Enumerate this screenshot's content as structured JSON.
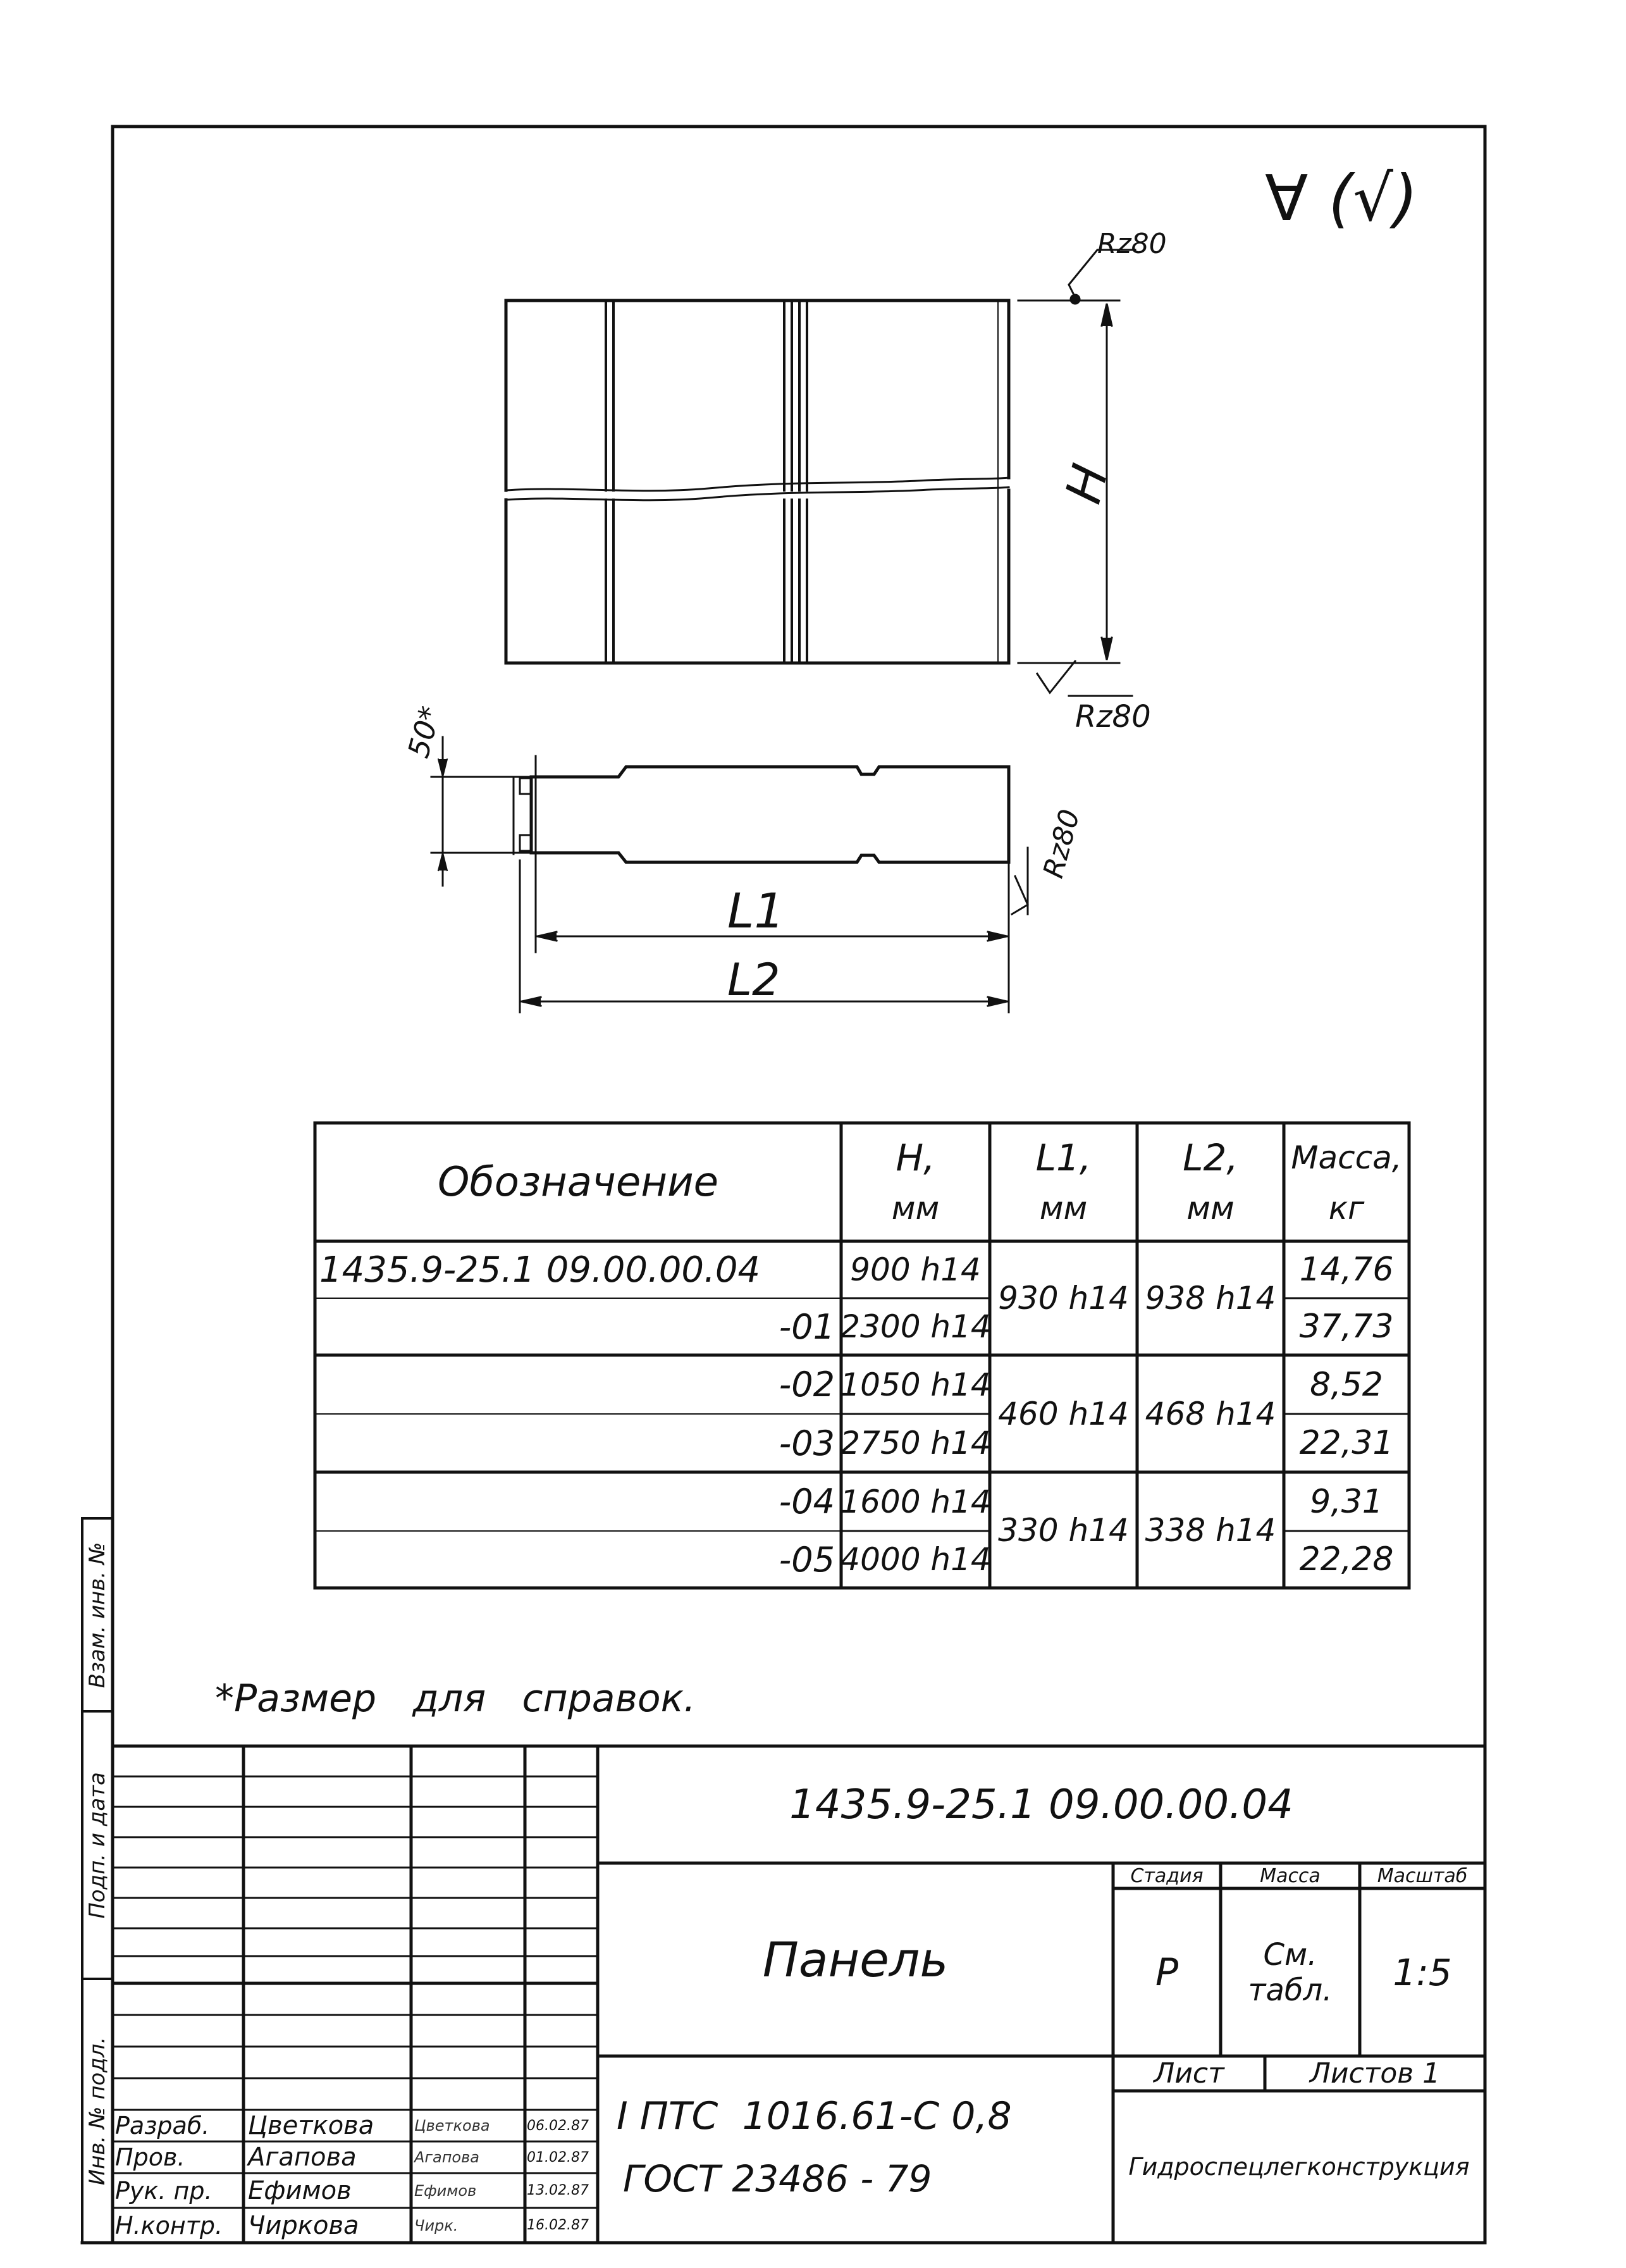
{
  "surface_mark": "∀ (√)",
  "roughness": {
    "top": "Rz80",
    "bottom": "Rz80",
    "end": "Rz80"
  },
  "dims": {
    "h": "H",
    "l1": "L1",
    "l2": "L2",
    "small": "50*"
  },
  "table": {
    "headers": {
      "designation": "Обозначение",
      "h": "H,",
      "h_unit": "мм",
      "l1": "L1,",
      "l1_unit": "мм",
      "l2": "L2,",
      "l2_unit": "мм",
      "mass": "Масса,",
      "mass_unit": "кг"
    },
    "rows": [
      {
        "designation": "1435.9-25.1  09.00.00.04",
        "h": "900 h14",
        "mass": "14,76"
      },
      {
        "designation": "-01",
        "h": "2300 h14",
        "mass": "37,73"
      },
      {
        "designation": "-02",
        "h": "1050 h14",
        "mass": "8,52"
      },
      {
        "designation": "-03",
        "h": "2750 h14",
        "mass": "22,31"
      },
      {
        "designation": "-04",
        "h": "1600 h14",
        "mass": "9,31"
      },
      {
        "designation": "-05",
        "h": "4000 h14",
        "mass": "22,28"
      }
    ],
    "groups": [
      {
        "l1": "930 h14",
        "l2": "938 h14"
      },
      {
        "l1": "460 h14",
        "l2": "468 h14"
      },
      {
        "l1": "330 h14",
        "l2": "338 h14"
      }
    ]
  },
  "note": "*Размер   для   справок.",
  "side_labels": {
    "inv_podl": "Инв. № подл.",
    "podp_data": "Подп. и дата",
    "vzam_inv": "Взам. инв. №"
  },
  "title_block": {
    "code": "1435.9-25.1  09.00.00.04",
    "name": "Панель",
    "stage_label": "Стадия",
    "mass_label": "Масса",
    "scale_label": "Масштаб",
    "stage": "Р",
    "mass": "См. табл.",
    "scale": "1:5",
    "sheet_label": "Лист",
    "sheets_label": "Листов 1",
    "material_line1": "I ПТС  1016.61-С 0,8",
    "material_line2": "ГОСТ 23486 - 79",
    "organization": "Гидроспецлегконструкция",
    "people": [
      {
        "role": "Разраб.",
        "name": "Цветкова",
        "sign": "Цветкова",
        "date": "06.02.87"
      },
      {
        "role": "Пров.",
        "name": "Агапова",
        "sign": "Агапова",
        "date": "01.02.87"
      },
      {
        "role": "Рук. пр.",
        "name": "Ефимов",
        "sign": "Ефимов",
        "date": "13.02.87"
      },
      {
        "role": "Н.контр.",
        "name": "Чиркова",
        "sign": "Чирк.",
        "date": "16.02.87"
      }
    ]
  }
}
